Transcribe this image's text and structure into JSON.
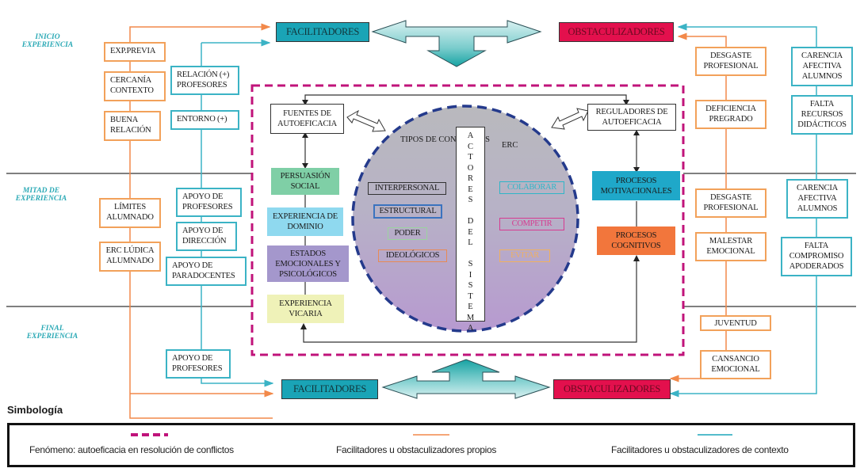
{
  "phases": {
    "inicio": "INICIO EXPERIENCIA",
    "mitad": "MITAD DE EXPERIENCIA",
    "final": "FINAL EXPERIENCIA"
  },
  "headers": {
    "facilitadores_top": "FACILITADORES",
    "obstaculizadores_top": "OBSTACULIZADORES",
    "facilitadores_bottom": "FACILITADORES",
    "obstaculizadores_bottom": "OBSTACULIZADORES"
  },
  "left_own": [
    "EXP.PREVIA",
    "CERCANÍA CONTEXTO",
    "BUENA RELACIÓN",
    "LÍMITES ALUMNADO",
    "ERC LÚDICA ALUMNADO"
  ],
  "left_ctx": [
    "RELACIÓN (+) PROFESORES",
    "ENTORNO (+)",
    "APOYO DE PROFESORES",
    "APOYO DE DIRECCIÓN",
    "APOYO DE PARADOCENTES",
    "APOYO DE PROFESORES"
  ],
  "right_own": [
    "DESGASTE PROFESIONAL",
    "DEFICIENCIA PREGRADO",
    "DESGASTE PROFESIONAL",
    "MALESTAR EMOCIONAL",
    "JUVENTUD",
    "CANSANCIO EMOCIONAL"
  ],
  "right_ctx": [
    "CARENCIA AFECTIVA ALUMNOS",
    "FALTA RECURSOS DIDÁCTICOS",
    "CARENCIA AFECTIVA ALUMNOS",
    "FALTA COMPROMISO APODERADOS"
  ],
  "center": {
    "fuentes": "FUENTES DE AUTOEFICACIA",
    "reguladores": "REGULADORES DE AUTOEFICACIA",
    "sources": [
      "PERSUASIÓN SOCIAL",
      "EXPERIENCIA DE DOMINIO",
      "ESTADOS EMOCIONALES Y PSICOLÓGICOS",
      "EXPERIENCIA VICARIA"
    ],
    "processes": [
      "PROCESOS MOTIVACIONALES",
      "PROCESOS COGNITIVOS"
    ],
    "tipos_title": "TIPOS DE CONFLICTOS",
    "tipos": [
      "INTERPERSONAL",
      "ESTRUCTURAL",
      "PODER",
      "IDEOLÓGICOS"
    ],
    "erc_title": "ERC",
    "erc": [
      "COLABORAR",
      "COMPETIR",
      "EVITAR"
    ],
    "actores": [
      "A",
      "C",
      "T",
      "O",
      "R",
      "E",
      "S",
      "",
      "D",
      "E",
      "L",
      "",
      "S",
      "I",
      "S",
      "T",
      "E",
      "M",
      "A"
    ]
  },
  "colors": {
    "own_line": "#f2894a",
    "ctx_line": "#3bb3c5",
    "phenomenon": "#c0137a",
    "facilitadores": "#1aa4b6",
    "obstaculizadores": "#e3104d"
  },
  "legend": {
    "title": "Simbología",
    "items": [
      "Fenómeno: autoeficacia en resolución de conflictos",
      "Facilitadores u obstaculizadores propios",
      "Facilitadores u obstaculizadores de contexto"
    ]
  }
}
